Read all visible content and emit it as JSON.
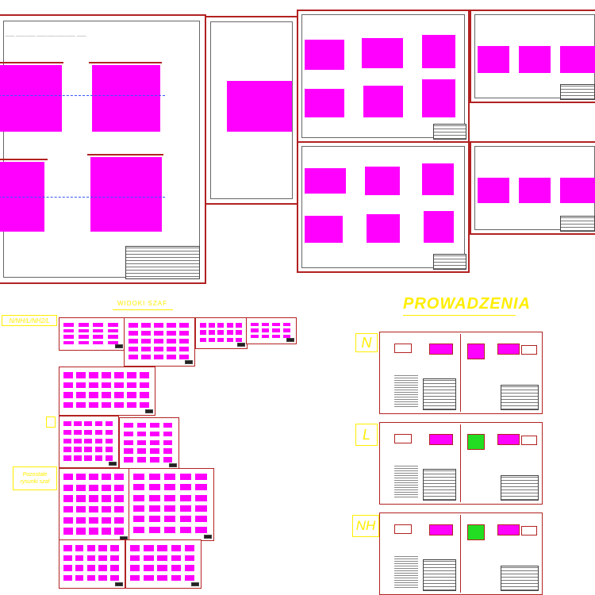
{
  "labels": {
    "section_center": "WIDOKI SZAF",
    "section_right": "PROWADZENIA",
    "left_tag_1": "N/NH/L/NH2/L",
    "left_tag_2": "Pozostałe rysunki szaf",
    "row_n": "N",
    "row_l": "L",
    "row_nh": "NH"
  },
  "colors": {
    "sheet_border": "#b22222",
    "fill": "#ff00ff",
    "label": "#ffee00",
    "dim_blue": "#3355ff"
  }
}
